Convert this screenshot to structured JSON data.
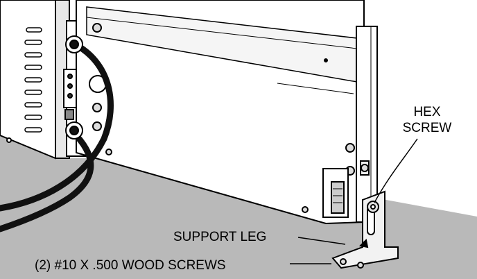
{
  "diagram": {
    "callouts": {
      "hex_screw_line1": "HEX",
      "hex_screw_line2": "SCREW",
      "support_leg": "SUPPORT LEG",
      "wood_screws": "(2) #10 X .500 WOOD SCREWS"
    },
    "colors": {
      "floor": "#b9b9b9",
      "background": "#ffffff",
      "line": "#000000",
      "cable": "#111111"
    }
  }
}
